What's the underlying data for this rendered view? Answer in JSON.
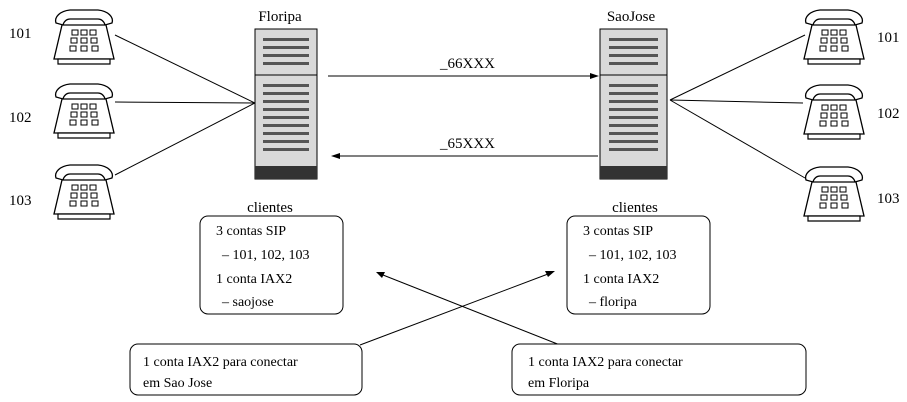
{
  "servers": {
    "left": {
      "name": "Floripa"
    },
    "right": {
      "name": "SaoJose"
    }
  },
  "routes": {
    "top": "_66XXX",
    "bottom": "_65XXX"
  },
  "phones": {
    "left": [
      "101",
      "102",
      "103"
    ],
    "right": [
      "101",
      "102",
      "103"
    ]
  },
  "clients": {
    "left": {
      "title": "clientes",
      "lines": [
        "3 contas SIP",
        "– 101, 102, 103",
        "1 conta IAX2",
        "– saojose"
      ]
    },
    "right": {
      "title": "clientes",
      "lines": [
        "3 contas SIP",
        "– 101, 102, 103",
        "1 conta IAX2",
        "– floripa"
      ]
    }
  },
  "notes": {
    "left": [
      "1 conta IAX2 para conectar",
      "em Sao Jose"
    ],
    "right": [
      "1 conta IAX2 para conectar",
      "em Floripa"
    ]
  }
}
